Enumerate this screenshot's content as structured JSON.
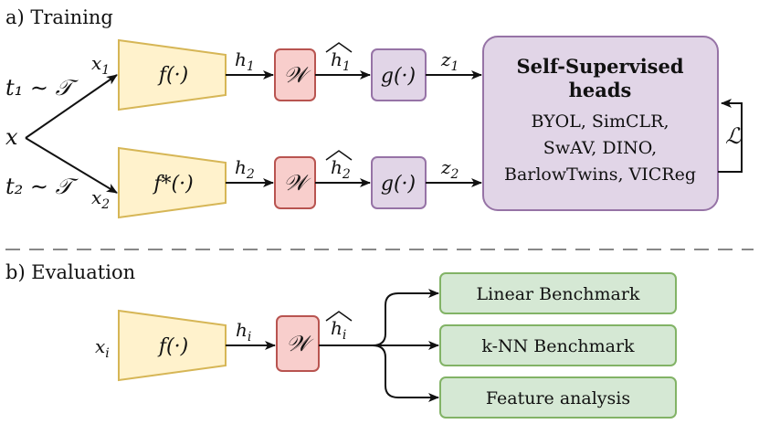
{
  "sections": {
    "training": "a) Training",
    "evaluation": "b) Evaluation"
  },
  "training": {
    "input": "x",
    "aug1": "t₁ ∼ 𝒯",
    "aug2": "t₂ ∼ 𝒯",
    "view1": "x",
    "view1_sub": "1",
    "view2": "x",
    "view2_sub": "2",
    "encoder1": "f(·)",
    "encoder2": "f*(·)",
    "feat1": "h",
    "feat1_sub": "1",
    "feat2": "h",
    "feat2_sub": "2",
    "whiten": "𝒲",
    "whitened1": "h",
    "whitened1_sub": "1",
    "whitened2": "h",
    "whitened2_sub": "2",
    "projector": "g(·)",
    "proj1": "z",
    "proj1_sub": "1",
    "proj2": "z",
    "proj2_sub": "2",
    "heads_title_line1": "Self-Supervised",
    "heads_title_line2": "heads",
    "heads_methods": [
      "BYOL, SimCLR,",
      "SwAV, DINO,",
      "BarlowTwins, VICReg"
    ],
    "loss": "ℒ"
  },
  "evaluation": {
    "input": "x",
    "input_sub": "i",
    "encoder": "f(·)",
    "feat": "h",
    "feat_sub": "i",
    "whiten": "𝒲",
    "whitened": "h",
    "whitened_sub": "i",
    "benchmarks": [
      "Linear Benchmark",
      "k-NN Benchmark",
      "Feature analysis"
    ]
  },
  "colors": {
    "encoder_fill": "#fff2cc",
    "encoder_stroke": "#d6b656",
    "whiten_fill": "#f8cecc",
    "whiten_stroke": "#b85450",
    "projector_fill": "#e1d5e7",
    "projector_stroke": "#9673a6",
    "bench_fill": "#d5e8d4",
    "bench_stroke": "#82b366",
    "divider": "#888888"
  }
}
